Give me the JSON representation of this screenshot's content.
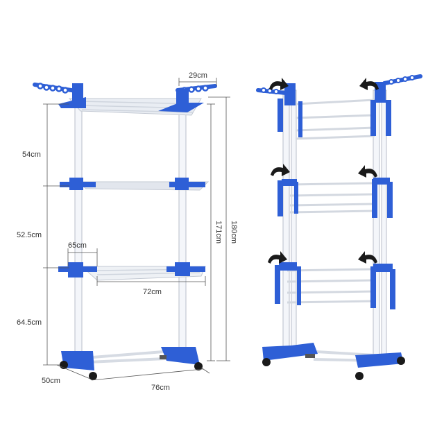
{
  "dimensions": {
    "top_width": "29cm",
    "section_top": "54cm",
    "section_middle": "52.5cm",
    "wing_width": "65cm",
    "section_bottom": "64.5cm",
    "shelf_length": "72cm",
    "height_folded": "171cm",
    "height_full": "180cm",
    "depth": "50cm",
    "base_width": "76cm"
  },
  "colors": {
    "blue": "#2e5fd6",
    "blue_dark": "#1f47b0",
    "pole": "#f4f6fa",
    "pole_edge": "#b8bec9",
    "rail": "#dfe3ea",
    "line": "#555555",
    "wheel": "#1a1a1a"
  }
}
